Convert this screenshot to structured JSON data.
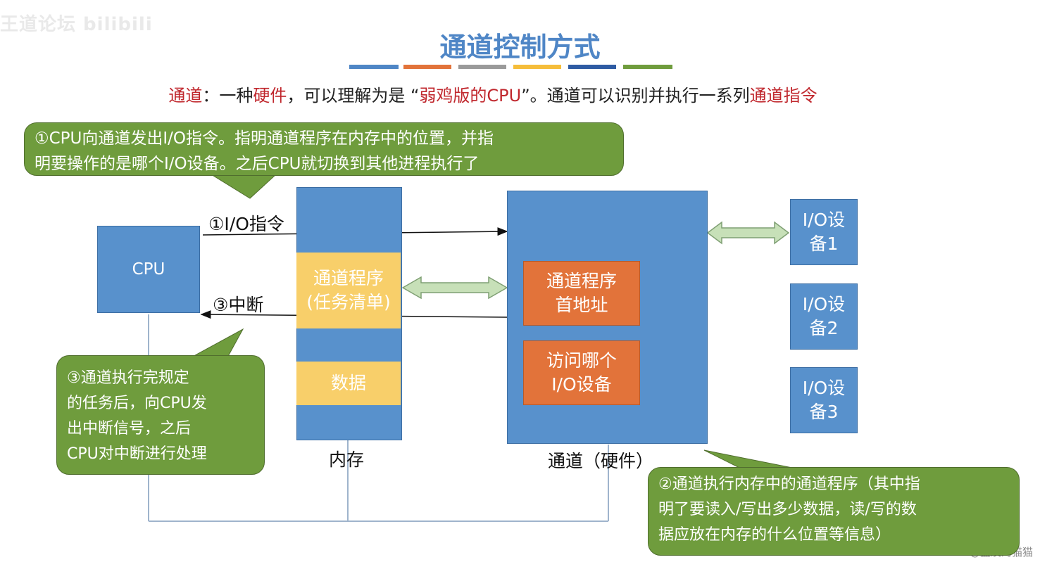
{
  "watermark": {
    "top_left": "王道论坛 bilibili",
    "bottom_right": "CSDN @盛溪的猫猫"
  },
  "title": "通道控制方式",
  "underline_colors": [
    "#4f86c6",
    "#e2733a",
    "#9a9a9a",
    "#f5bd3a",
    "#2e5ba3",
    "#6f9c3d"
  ],
  "intro": {
    "t1": "通道",
    "t2": "：一种",
    "t3": "硬件",
    "t4": "，可以理解为是 “",
    "t5": "弱鸡版的CPU",
    "t6": "”。通道可以识别并执行一系列",
    "t7": "通道指令"
  },
  "callouts": {
    "c1_line1": "①CPU向通道发出I/O指令。指明通道程序在内存中的位置，并指",
    "c1_line2": "明要操作的是哪个I/O设备。之后CPU就切换到其他进程执行了",
    "c3_line1": "③通道执行完规定",
    "c3_line2": "的任务后，向CPU发",
    "c3_line3": "出中断信号，之后",
    "c3_line4": "CPU对中断进行处理",
    "c2_line1": "②通道执行内存中的通道程序（其中指",
    "c2_line2": "明了要读入/写出多少数据，读/写的数",
    "c2_line3": "据应放在内存的什么位置等信息）"
  },
  "cpu": {
    "label": "CPU"
  },
  "memory": {
    "label": "内存",
    "program_line1": "通道程序",
    "program_line2": "(任务清单)",
    "data": "数据"
  },
  "channel": {
    "label": "通道（硬件）",
    "addr_line1": "通道程序",
    "addr_line2": "首地址",
    "dev_line1": "访问哪个",
    "dev_line2": "I/O设备"
  },
  "arrows": {
    "io_instruction": "①I/O指令",
    "interrupt": "③中断"
  },
  "devices": [
    {
      "line1": "I/O设",
      "line2": "备1"
    },
    {
      "line1": "I/O设",
      "line2": "备2"
    },
    {
      "line1": "I/O设",
      "line2": "备3"
    }
  ]
}
